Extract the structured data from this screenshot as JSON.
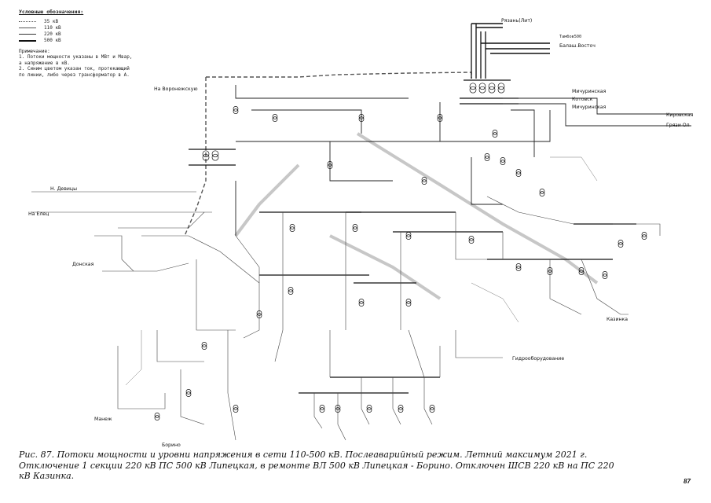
{
  "legend": {
    "title": "Условные обозначения:",
    "items": [
      {
        "label": "35 кВ"
      },
      {
        "label": "110 кВ"
      },
      {
        "label": "220 кВ"
      },
      {
        "label": "500 кВ"
      }
    ],
    "notes": [
      "Примечание:",
      "1. Потоки мощности указаны в МВт и Мвар,",
      "   а напряжение в кВ.",
      "2. Синим цветом указан ток, протекающий",
      "   по линии, либо через трансформатор в А."
    ]
  },
  "external_labels": [
    {
      "id": "ryazan",
      "text": "Рязань(Лит)"
    },
    {
      "id": "tambov",
      "text": "Тамбов500"
    },
    {
      "id": "balash",
      "text": "Балаш.Восточ"
    },
    {
      "id": "voronezh",
      "text": "На Воронежскую"
    },
    {
      "id": "michurinsk1",
      "text": "Мичуринская"
    },
    {
      "id": "kotovsk",
      "text": "Котовск"
    },
    {
      "id": "michurinsk2",
      "text": "Мичуринская"
    },
    {
      "id": "kirovskaya",
      "text": "Кировская"
    },
    {
      "id": "gryazi",
      "text": "Грязи Ол"
    },
    {
      "id": "ndevitsa",
      "text": "Н. Девицы"
    },
    {
      "id": "elets",
      "text": "На Елец"
    },
    {
      "id": "donskaya",
      "text": "Донская"
    },
    {
      "id": "kazinka",
      "text": "Казинка"
    },
    {
      "id": "hydro",
      "text": "Гидрооборудование"
    },
    {
      "id": "borinoLabel",
      "text": "Борино"
    },
    {
      "id": "manest",
      "text": "Манеж"
    }
  ],
  "caption": "Рис.  87. Потоки мощности и уровни напряжения в сети 110-500 кВ. Послеаварийный режим. Летний максимум 2021 г. Отключение 1 секции 220 кВ ПС 500 кВ Липецкая, в ремонте ВЛ 500 кВ Липецкая - Борино. Отключен ШСВ 220 кВ на ПС 220 кВ Казинка.",
  "page_number": "87",
  "colors": {
    "ink": "#111111",
    "paper": "#ffffff",
    "grey": "#999999"
  }
}
